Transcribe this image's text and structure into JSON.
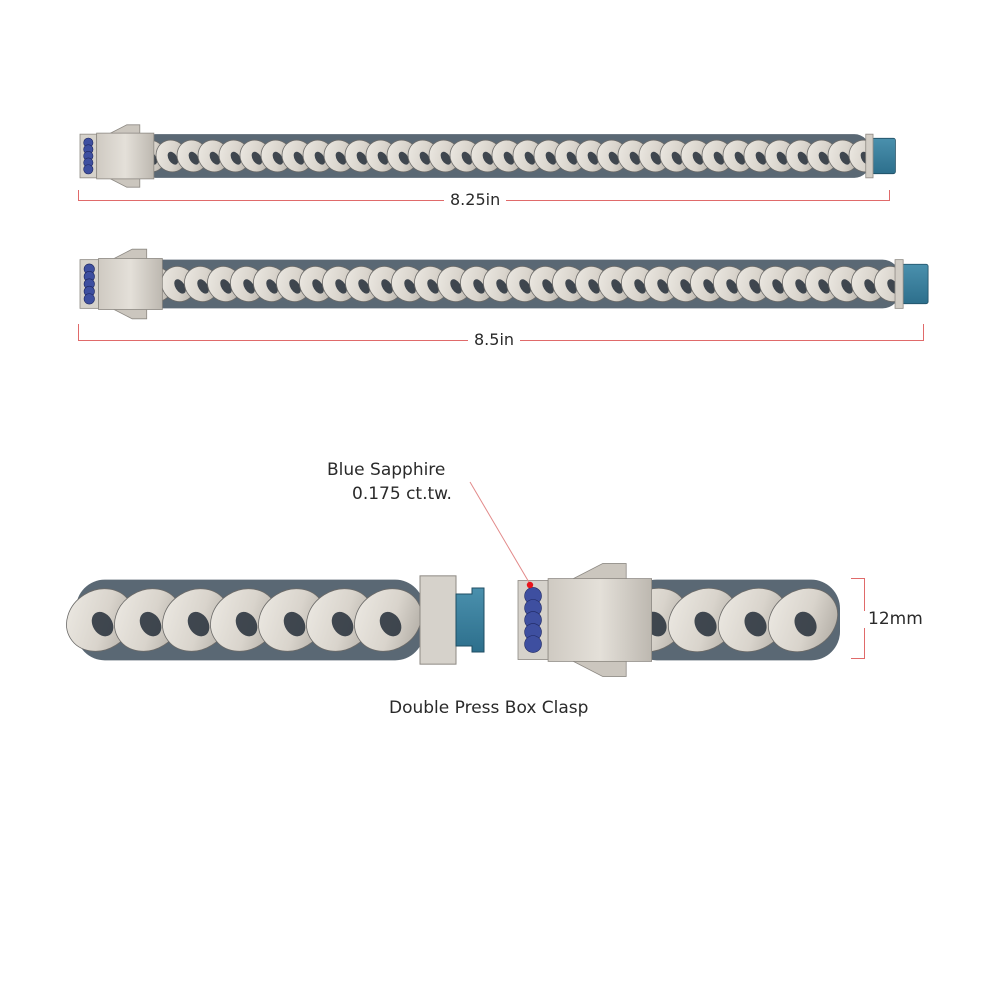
{
  "bracelet_small": {
    "length_label": "8.25in"
  },
  "bracelet_large": {
    "length_label": "8.5in"
  },
  "detail": {
    "stone_title": "Blue Sapphire",
    "stone_weight": "0.175 ct.tw.",
    "width_label": "12mm",
    "clasp_caption": "Double Press Box Clasp"
  },
  "colors": {
    "dimension_line": "#e06a6a",
    "pointer_dot": "#e8141b",
    "link_silver": "#d9d4cc",
    "link_shadow": "#3d4d5c",
    "clasp_blue": "#2d6f8c",
    "sapphire": "#3e4fa0"
  }
}
